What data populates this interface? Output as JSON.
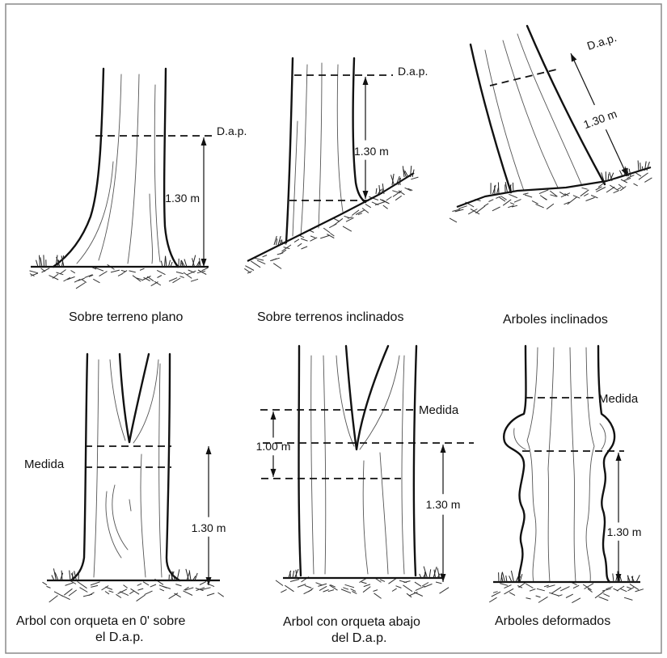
{
  "panels": [
    {
      "dap_label": "D.a.p.",
      "height_label": "1.30 m",
      "caption": [
        "Sobre terreno plano"
      ]
    },
    {
      "dap_label": "D.a.p.",
      "height_label": "1.30 m",
      "caption": [
        "Sobre terrenos inclinados"
      ]
    },
    {
      "dap_label": "D.a.p.",
      "height_label": "1.30 m",
      "caption": [
        "Arboles inclinados"
      ]
    },
    {
      "measure_label": "Medida",
      "height_label": "1.30 m",
      "caption": [
        "Arbol con orqueta en 0' sobre",
        "el D.a.p."
      ]
    },
    {
      "measure_label": "Medida",
      "fork_height_label": "1.00 m",
      "height_label": "1.30 m",
      "caption": [
        "Arbol con orqueta abajo",
        "del D.a.p."
      ]
    },
    {
      "measure_label": "Medida",
      "height_label": "1.30 m",
      "caption": [
        "Arboles deformados"
      ]
    }
  ],
  "colors": {
    "ink": "#111111",
    "paper": "#ffffff",
    "border": "#8a8a8a"
  }
}
